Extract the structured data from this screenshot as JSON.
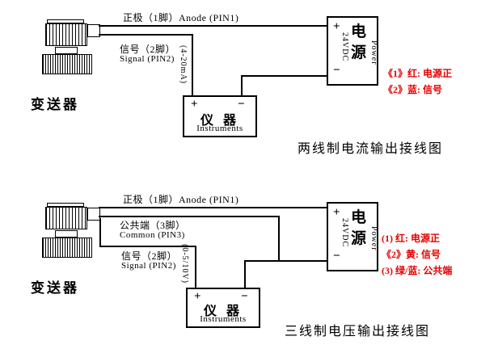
{
  "colors": {
    "line": "#000000",
    "note_red": "#e60000",
    "background": "#ffffff"
  },
  "diagrams": [
    {
      "transmitter_label": "变送器",
      "anode_label": "正极（1脚）Anode (PIN1)",
      "signal_label_cn": "信号（2脚）",
      "signal_label_en": "Signal (PIN2)",
      "range_label": "(4-20mA)",
      "instruments": {
        "plus": "+",
        "minus": "−",
        "title": "仪 器",
        "subtitle": "Instruments"
      },
      "power": {
        "plus": "+",
        "minus": "−",
        "char_top": "电",
        "char_bottom": "源",
        "voltage": "24VDC",
        "label": "Power"
      },
      "notes": [
        "《1》红: 电源正",
        "《2》蓝: 信号"
      ],
      "caption": "两线制电流输出接线图"
    },
    {
      "transmitter_label": "变送器",
      "anode_label": "正极（1脚）Anode (PIN1)",
      "common_label_cn": "公共端（3脚）",
      "common_label_en": "Common (PIN3)",
      "signal_label_cn": "信号（2脚）",
      "signal_label_en": "Signal (PIN2)",
      "range_label": "(0-5/10V)",
      "instruments": {
        "plus": "+",
        "minus": "−",
        "title": "仪 器",
        "subtitle": "Instruments"
      },
      "power": {
        "plus": "+",
        "minus": "−",
        "char_top": "电",
        "char_bottom": "源",
        "voltage": "24VDC",
        "label": "Power"
      },
      "notes": [
        "(1) 红: 电源正",
        "《2》黄: 信号",
        "(3) 绿/蓝: 公共端"
      ],
      "caption": "三线制电压输出接线图"
    }
  ]
}
